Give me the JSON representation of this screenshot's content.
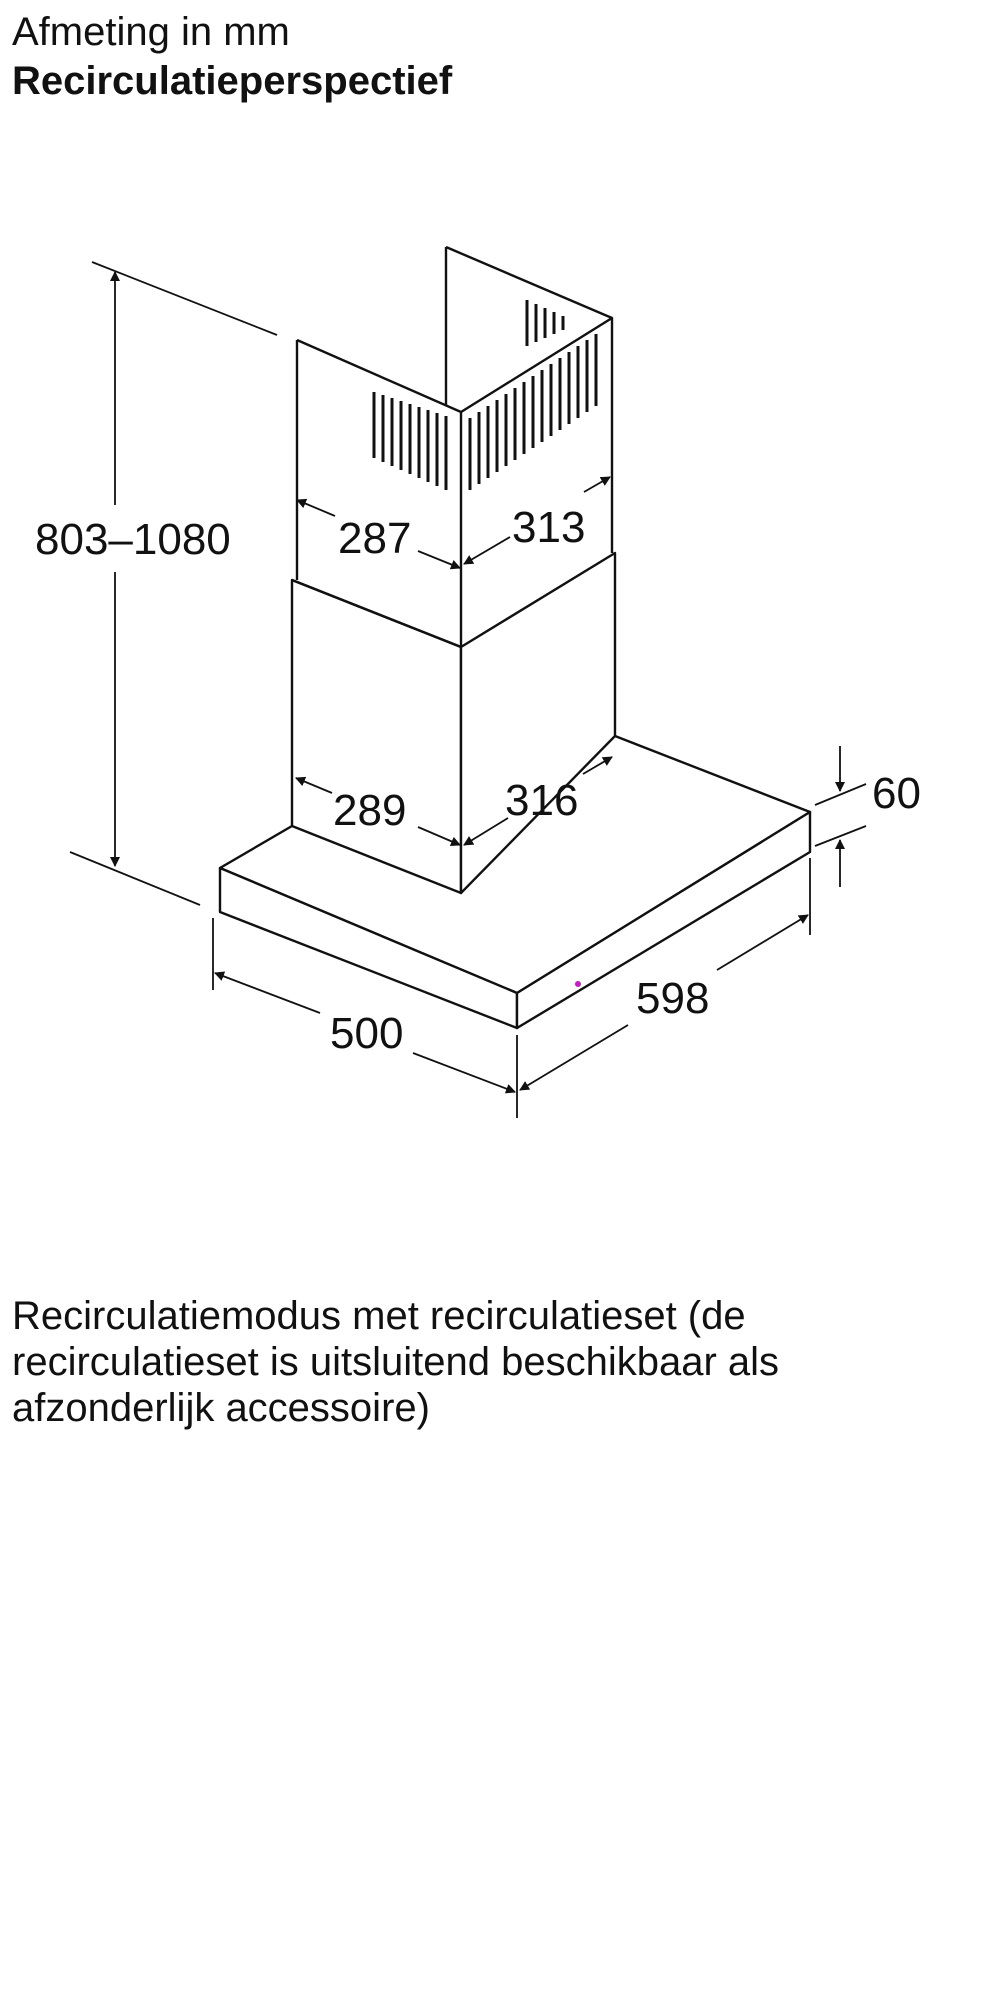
{
  "header": {
    "title": "Afmeting in mm",
    "subtitle": "Recirculatieperspectief"
  },
  "dimensions": {
    "height": "803–1080",
    "chimney_top_left": "287",
    "chimney_top_right": "313",
    "chimney_bottom_left": "289",
    "chimney_bottom_right": "316",
    "canopy_thickness": "60",
    "canopy_depth": "500",
    "canopy_width": "598"
  },
  "caption": "Recirculatiemodus met recirculatieset (de recirculatieset is uitsluitend beschikbaar als afzonderlijk accessoire)"
}
